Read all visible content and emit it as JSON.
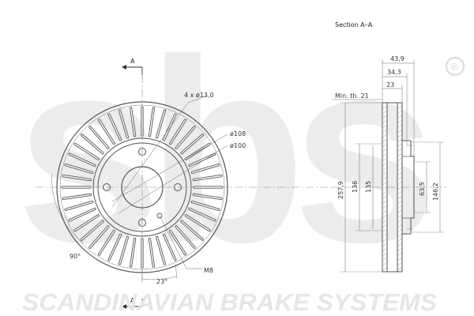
{
  "brand": {
    "watermark": "sbs",
    "registered": "®",
    "footer": "SCANDINAVIAN BRAKE SYSTEMS",
    "watermark_color": "#e8e8e8"
  },
  "front_view": {
    "section_marker_top": "A",
    "section_marker_bottom": "A",
    "bolt_holes": "4 x ø13,0",
    "pcd_outer": "ø108",
    "pcd_inner": "ø100",
    "angle": "90°",
    "vent_angle": "23°",
    "thread": "M8"
  },
  "section_view": {
    "title": "Section A–A",
    "min_thickness": "Min. th. 21",
    "dims": {
      "overall_width": "43,9",
      "hat_width": "34,3",
      "disc_thickness": "23",
      "outer_diameter": "257,9",
      "d136": "136",
      "d135": "135",
      "hub_bore": "63,5",
      "hat_diameter": "146,2"
    }
  },
  "colors": {
    "line": "#555555",
    "thin": "#777777",
    "center": "#888888"
  }
}
